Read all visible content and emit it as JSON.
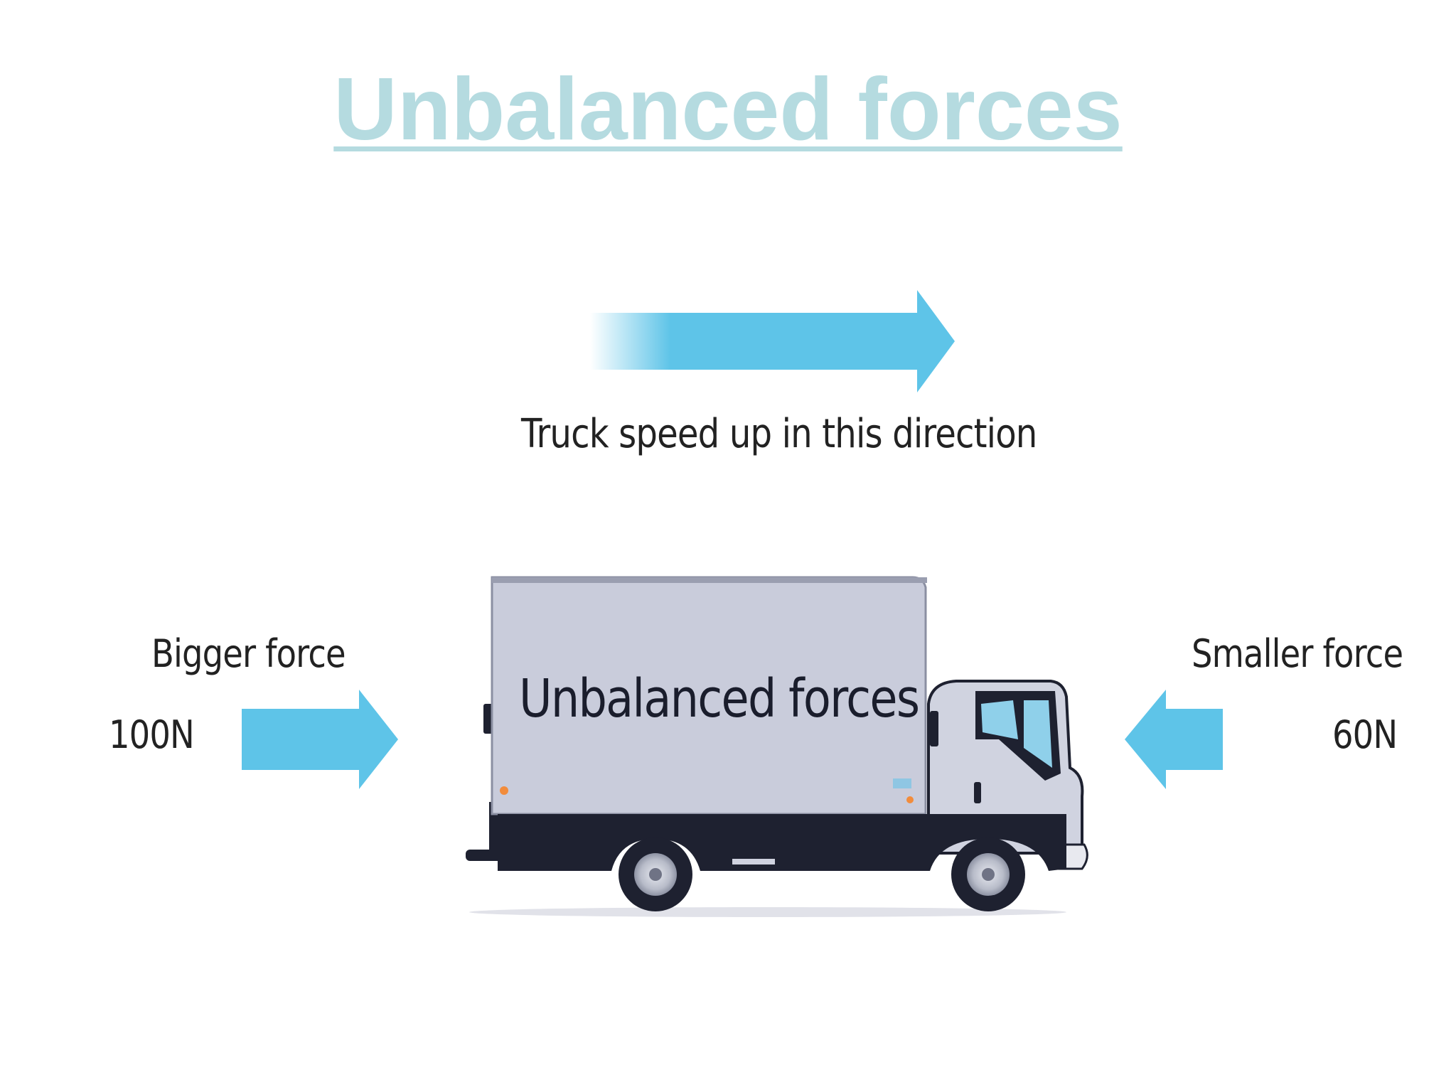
{
  "title": "Unbalanced forces",
  "direction_label": "Truck speed up in this direction",
  "left_force": {
    "label": "Bigger force",
    "value": "100N"
  },
  "right_force": {
    "label": "Smaller force",
    "value": "60N"
  },
  "truck_label": "Unbalanced forces",
  "colors": {
    "title": "#b5dbe0",
    "arrow": "#5ec4e8",
    "truck_body": "#c9ccdb",
    "truck_chassis": "#1e2130",
    "text": "#222222"
  }
}
